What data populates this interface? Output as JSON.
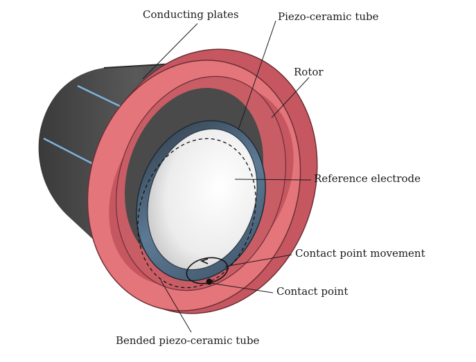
{
  "labels": {
    "conducting_plates": "Conducting plates",
    "piezo_tube": "Piezo-ceramic tube",
    "rotor": "Rotor",
    "reference_electrode": "Reference electrode",
    "contact_point_movement": "Contact point movement",
    "contact_point": "Contact point",
    "bended_tube": "Bended piezo-ceramic tube"
  },
  "colors": {
    "rotor_face": "#e4757a",
    "rotor_side": "#c65760",
    "tube_body": "#454545",
    "tube_ring": "#5d7a95",
    "stripes": "#7fb5df",
    "bore": "#f4f4f4"
  }
}
